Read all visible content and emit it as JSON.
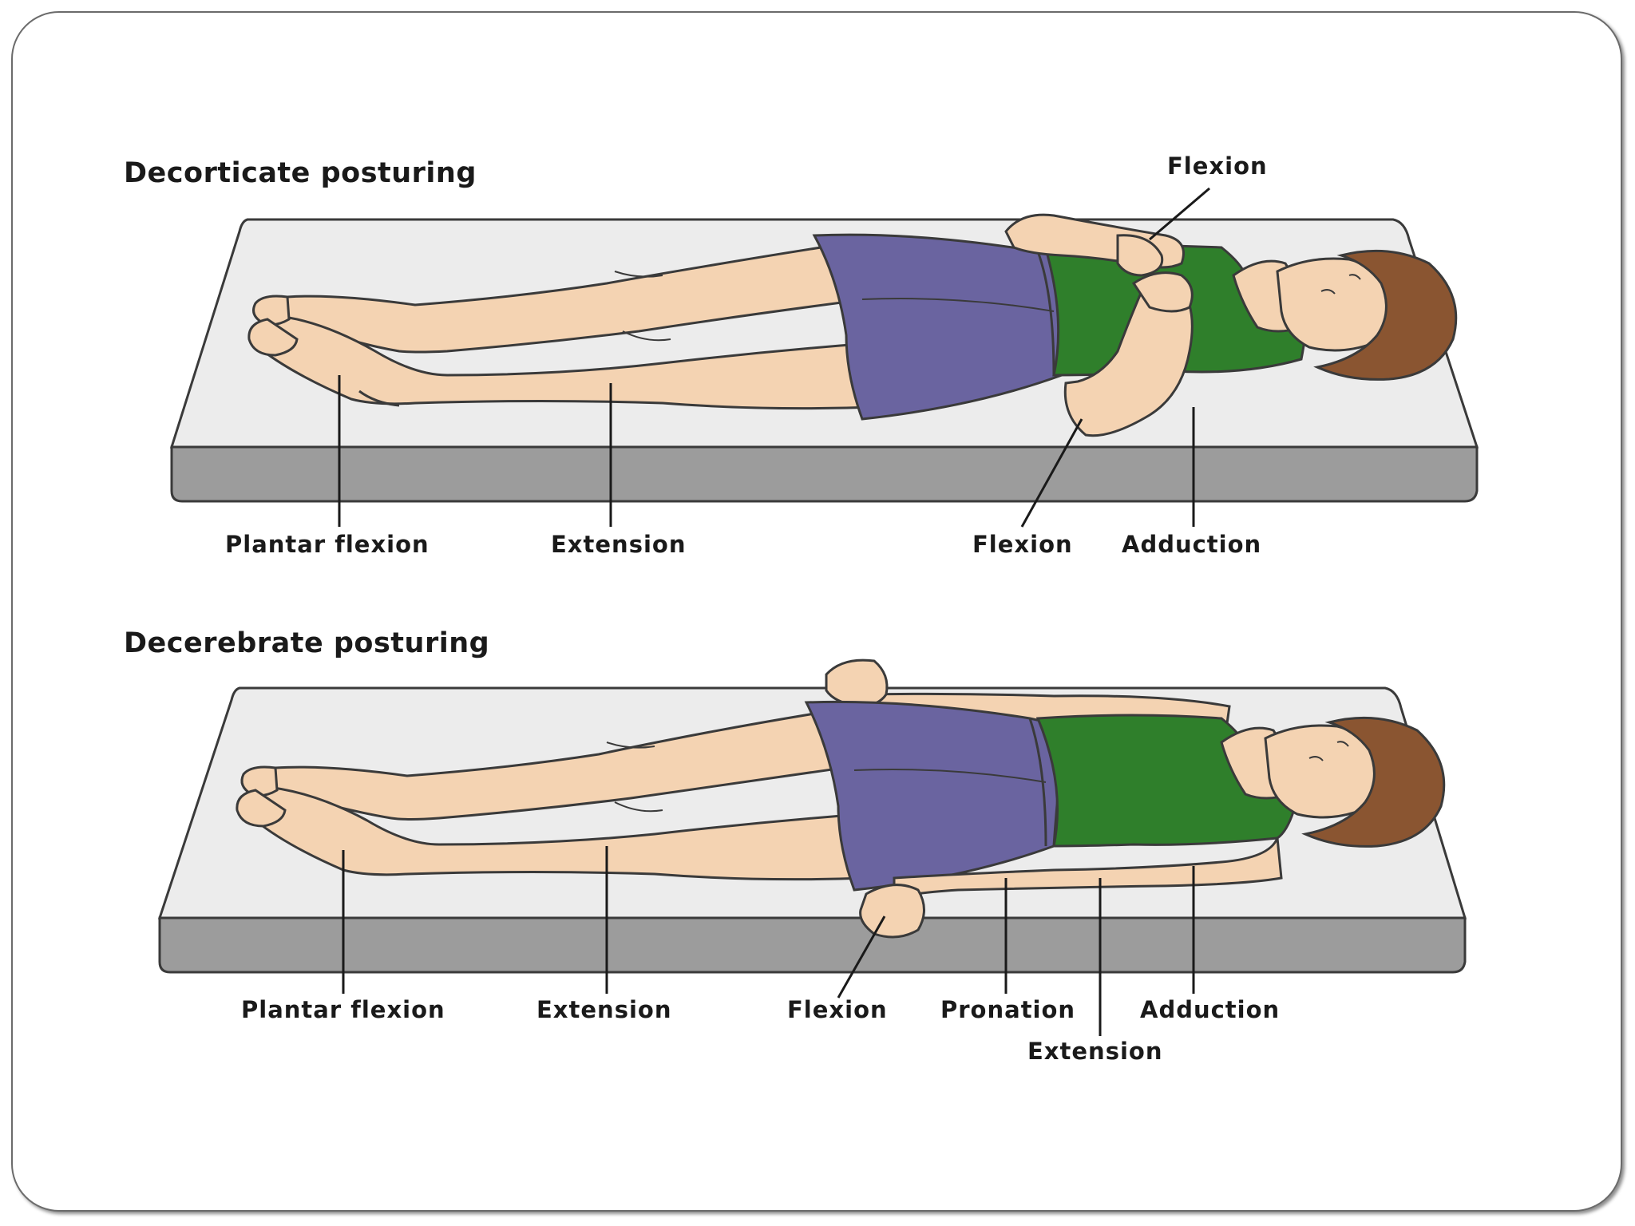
{
  "figure": {
    "decorticate": {
      "title": "Decorticate posturing",
      "labels": {
        "plantar_flexion": "Plantar flexion",
        "extension": "Extension",
        "flexion_bottom": "Flexion",
        "adduction": "Adduction",
        "flexion_top": "Flexion"
      }
    },
    "decerebrate": {
      "title": "Decerebrate posturing",
      "labels": {
        "plantar_flexion": "Plantar flexion",
        "extension": "Extension",
        "flexion": "Flexion",
        "pronation": "Pronation",
        "adduction": "Adduction",
        "extension_arm": "Extension"
      }
    }
  },
  "colors": {
    "skin": "#f4d3b2",
    "shorts": "#6a64a0",
    "shirt": "#2f7f2b",
    "hair": "#8a5531",
    "mattress_top": "#ececec",
    "mattress_side": "#9c9c9c",
    "outline": "#3a3a3a"
  }
}
